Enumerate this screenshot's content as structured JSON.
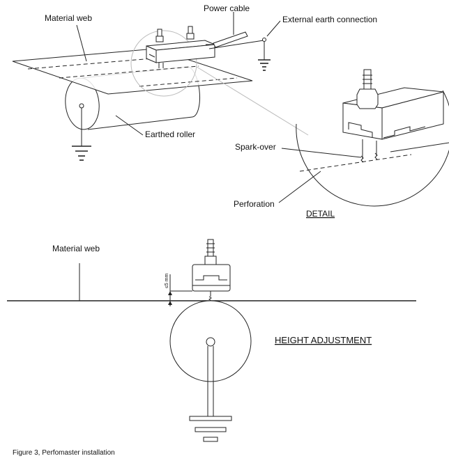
{
  "labels": {
    "material_web_top": "Material web",
    "power_cable": "Power cable",
    "external_earth": "External earth connection",
    "earthed_roller": "Earthed roller",
    "spark_over": "Spark-over",
    "perforation": "Perforation",
    "detail": "DETAIL",
    "material_web_bottom": "Material web",
    "height_adjustment": "HEIGHT ADJUSTMENT",
    "gap": "≤5 mm"
  },
  "caption": "Figure 3, Perfomaster installation"
}
